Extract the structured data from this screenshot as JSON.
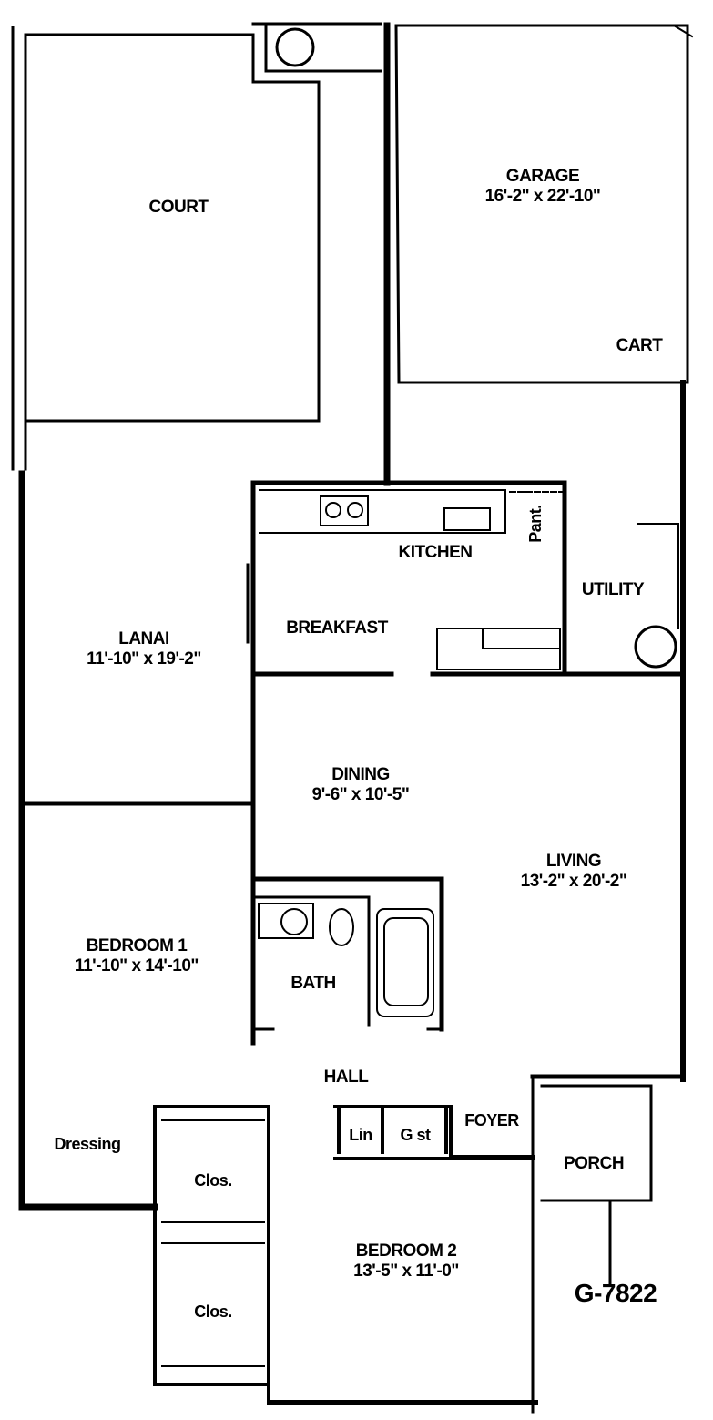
{
  "plan": {
    "code": "G-7822",
    "rooms": {
      "court": {
        "name": "COURT"
      },
      "garage": {
        "name": "GARAGE",
        "dim": "16'-2\" x 22'-10\""
      },
      "cart": {
        "name": "CART"
      },
      "kitchen": {
        "name": "KITCHEN"
      },
      "pantry": {
        "name": "Pant."
      },
      "utility": {
        "name": "UTILITY"
      },
      "breakfast": {
        "name": "BREAKFAST"
      },
      "lanai": {
        "name": "LANAI",
        "dim": "11'-10\" x 19'-2\""
      },
      "dining": {
        "name": "DINING",
        "dim": "9'-6\" x 10'-5\""
      },
      "living": {
        "name": "LIVING",
        "dim": "13'-2\" x 20'-2\""
      },
      "bedroom1": {
        "name": "BEDROOM 1",
        "dim": "11'-10\" x 14'-10\""
      },
      "bath": {
        "name": "BATH"
      },
      "hall": {
        "name": "HALL"
      },
      "linen": {
        "name": "Lin"
      },
      "guest_closet": {
        "name": "G st"
      },
      "foyer": {
        "name": "FOYER"
      },
      "porch": {
        "name": "PORCH"
      },
      "dressing": {
        "name": "Dressing"
      },
      "closet_upper": {
        "name": "Clos."
      },
      "closet_lower": {
        "name": "Clos."
      },
      "bedroom2": {
        "name": "BEDROOM 2",
        "dim": "13'-5\" x 11'-0\""
      }
    }
  }
}
